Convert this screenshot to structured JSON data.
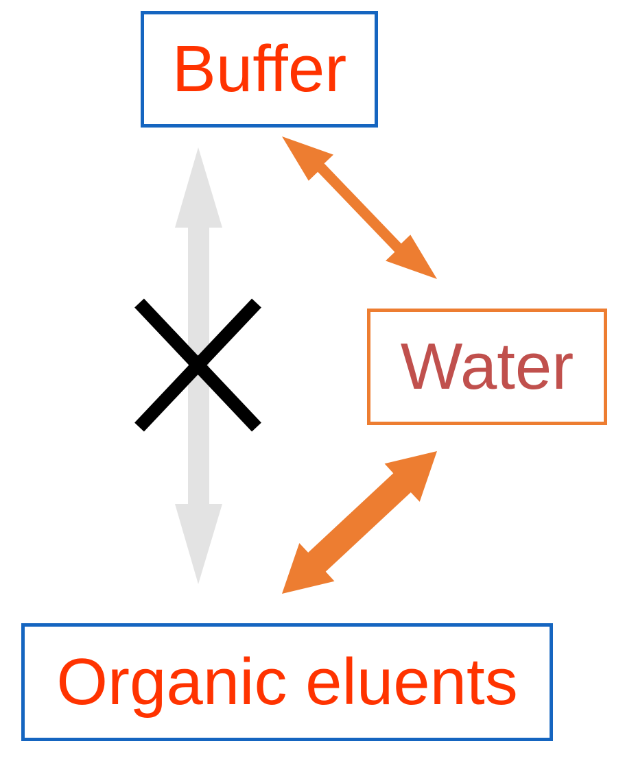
{
  "nodes": {
    "buffer": {
      "label": "Buffer"
    },
    "water": {
      "label": "Water"
    },
    "organic": {
      "label": "Organic eluents"
    }
  },
  "colors": {
    "box_border_blue": "#1565C0",
    "box_border_orange": "#ED7D31",
    "label_red": "#FF3300",
    "label_water": "#C0504D",
    "arrow_orange": "#ED7D31",
    "arrow_grey": "#E3E3E3",
    "cross_black": "#000000"
  },
  "icons": {
    "blocked_exchange": "cross-icon"
  }
}
